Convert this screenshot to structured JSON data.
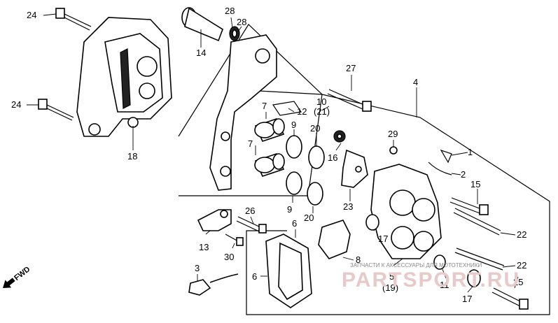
{
  "callouts": {
    "c24a": "24",
    "c24b": "24",
    "c18": "18",
    "c14": "14",
    "c28a": "28",
    "c28b": "28",
    "c27": "27",
    "c4": "4",
    "c10": "10",
    "c21": "(21)",
    "c7a": "7",
    "c12": "12",
    "c9a": "9",
    "c20a": "20",
    "c7b": "7",
    "c16": "16",
    "c29": "29",
    "c1": "1",
    "c2": "2",
    "c15": "15",
    "c9b": "9",
    "c20b": "20",
    "c23": "23",
    "c22a": "22",
    "c26": "26",
    "c13": "13",
    "c30": "30",
    "c6a": "6",
    "c17a": "17",
    "c8": "8",
    "c22b": "22",
    "c3": "3",
    "c6b": "6",
    "c5": "5",
    "c19": "(19)",
    "c11": "11",
    "c25": "25",
    "c17b": "17"
  },
  "fwd_label": "FWD",
  "watermark": {
    "tagline": "ЗАПЧАСТИ К АКСЕССУАРЫ ДЛЯ МОТОТЕХНИКИ",
    "logo": "PARTSPORT.RU"
  },
  "colors": {
    "line": "#000000",
    "background": "#ffffff",
    "watermark": "#e8c9c9"
  }
}
